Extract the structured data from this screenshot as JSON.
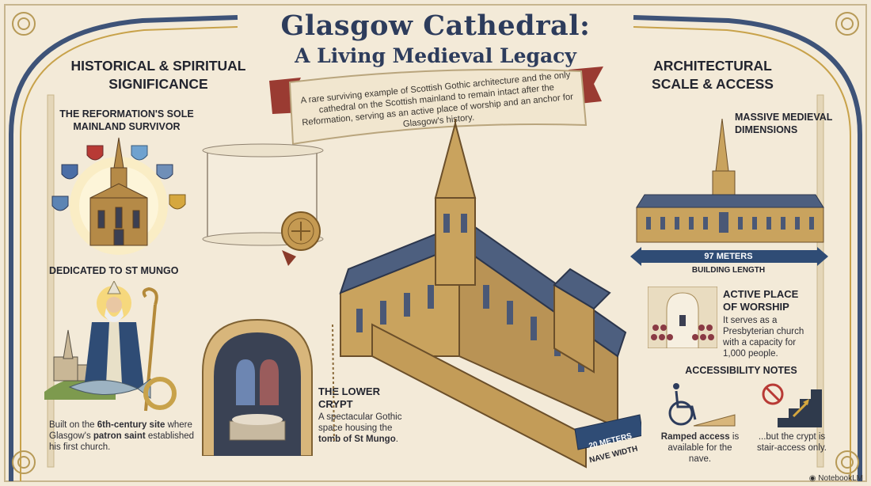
{
  "title": "Glasgow Cathedral:",
  "subtitle": "A Living Medieval Legacy",
  "banner": {
    "text": "A rare surviving example of Scottish Gothic architecture and the only cathedral on the Scottish mainland to remain intact after the Reformation, serving as an active place of worship and an anchor for Glasgow's history."
  },
  "left": {
    "heading_line1": "HISTORICAL & SPIRITUAL",
    "heading_line2": "SIGNIFICANCE",
    "reformation": {
      "title_line1": "THE REFORMATION'S SOLE",
      "title_line2": "MAINLAND SURVIVOR"
    },
    "mungo": {
      "title": "DEDICATED TO ST MUNGO",
      "text_before": "Built on the ",
      "text_bold1": "6th-century site",
      "text_mid": " where Glasgow's ",
      "text_bold2": "patron saint",
      "text_after": " established his first church."
    }
  },
  "crypt": {
    "title_line1": "THE LOWER",
    "title_line2": "CRYPT",
    "text_before": "A spectacular Gothic space housing the ",
    "text_bold": "tomb of St Mungo",
    "text_after": "."
  },
  "nave_width": {
    "value": "20 METERS",
    "label": "NAVE WIDTH"
  },
  "right": {
    "heading_line1": "ARCHITECTURAL",
    "heading_line2": "SCALE & ACCESS",
    "dimensions": {
      "title_line1": "MASSIVE MEDIEVAL",
      "title_line2": "DIMENSIONS",
      "length_value": "97 METERS",
      "length_label": "BUILDING LENGTH"
    },
    "worship": {
      "title_line1": "ACTIVE PLACE",
      "title_line2": "OF WORSHIP",
      "text": "It serves as a Presbyterian church with a capacity for 1,000 people."
    },
    "accessibility": {
      "title": "ACCESSIBILITY NOTES",
      "ramp_bold": "Ramped access",
      "ramp_text": " is available for the nave.",
      "crypt_text": "...but the crypt is stair-access only."
    }
  },
  "brand": "NotebookLM",
  "colors": {
    "background": "#f3ead8",
    "navy": "#2d3c5c",
    "stone": "#c9a35e",
    "roof": "#4d5f7f",
    "gold": "#c8a24a"
  }
}
